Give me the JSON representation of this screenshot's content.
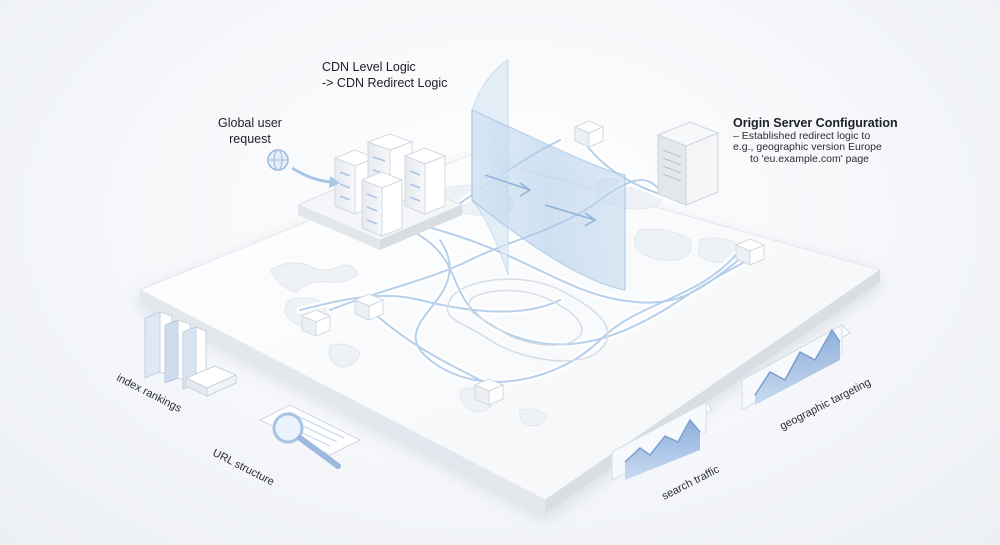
{
  "labels": {
    "cdn_title": "CDN Level Logic",
    "cdn_sub": "-> CDN Redirect Logic",
    "global_request": "Global user request",
    "origin_title": "Origin Server Configuration",
    "origin_line1": "– Established redirect logic to",
    "origin_line2": "e.g., geographic version Europe",
    "origin_line3": "to 'eu.example.com' page",
    "index_rankings": "index rankings",
    "url_structure": "URL structure",
    "search_traffic": "search traffic",
    "geographic_targeting": "geographic targeting"
  },
  "icons": {
    "globe": "globe-icon",
    "magnifier": "magnifying-glass-icon",
    "server": "server-icon"
  },
  "colors": {
    "platform": "#ffffff",
    "route_blue": "#a9c6e6",
    "glass": "#9fc4e4",
    "chart_blue": "#9db9df"
  }
}
